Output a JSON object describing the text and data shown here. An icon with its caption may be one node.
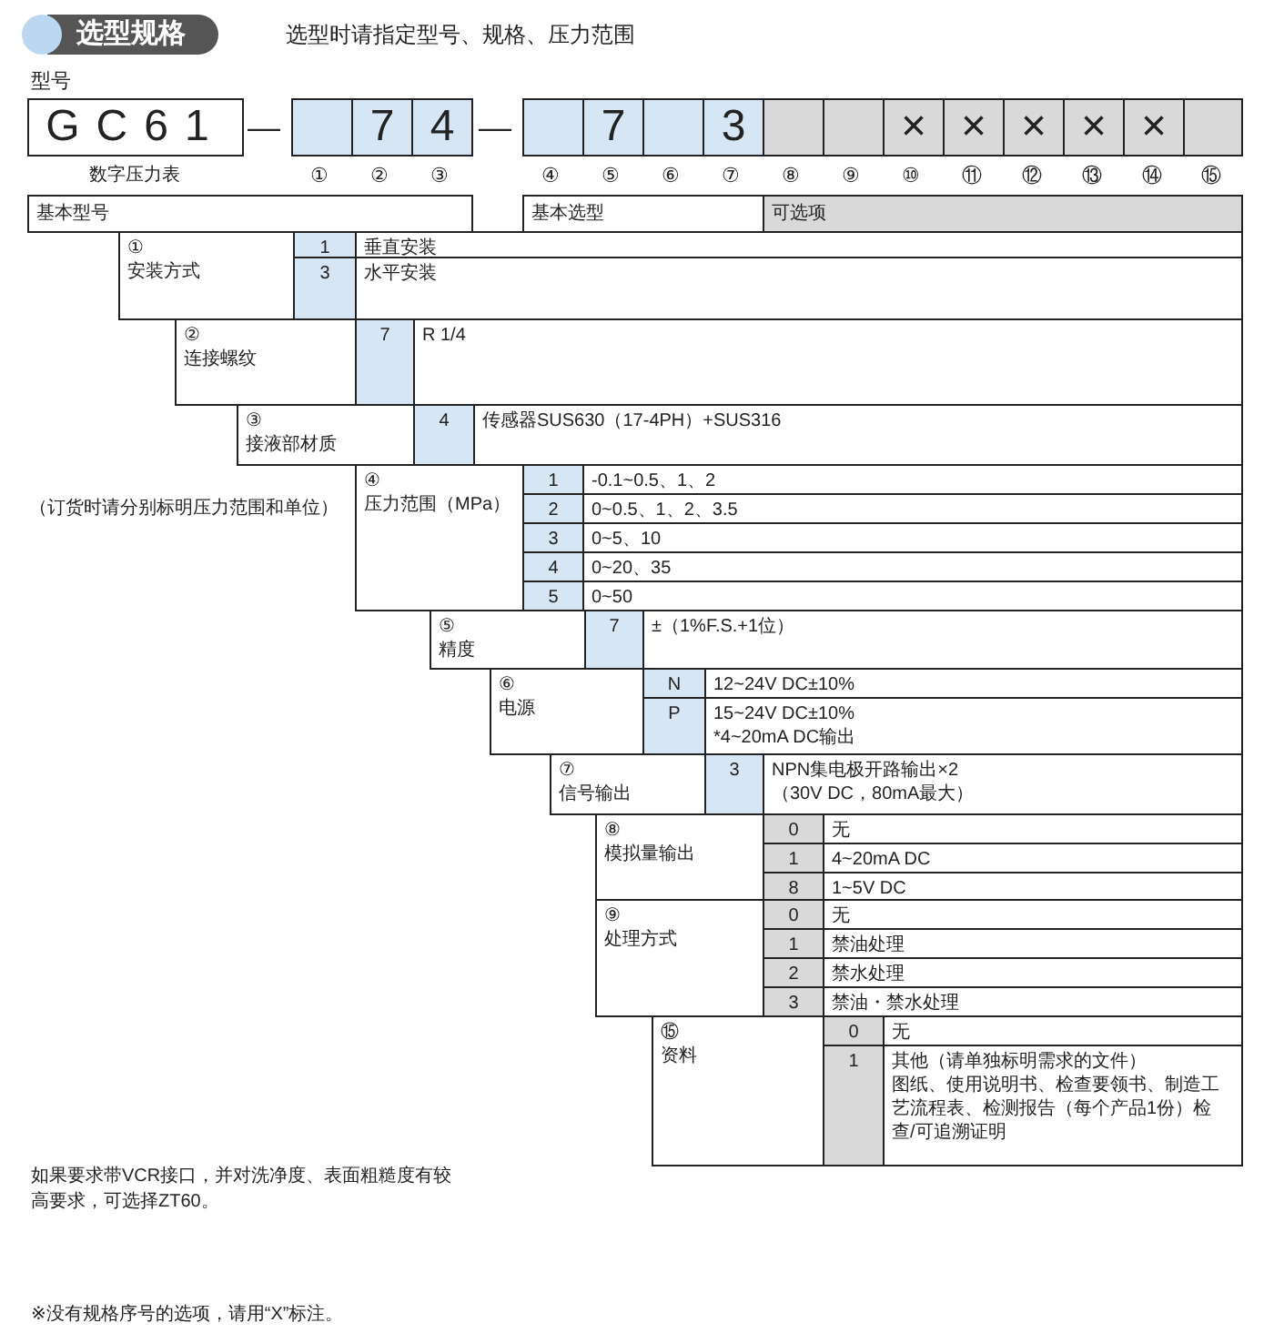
{
  "diagram": {
    "title": "选型规格",
    "nodes": [
      {
        "text": [
          "GC61"
        ],
        "beside": [
          "数字压力表"
        ]
      },
      {
        "text": [],
        "shape": "box"
      },
      {
        "text": [
          "7"
        ]
      },
      {
        "text": [
          "4"
        ]
      },
      {
        "text": [],
        "shape": "box"
      },
      {
        "text": [
          "7"
        ]
      },
      {
        "text": [],
        "shape": "box"
      },
      {
        "text": [
          "3"
        ]
      },
      {
        "text": [],
        "shape": "box"
      },
      {
        "text": [],
        "shape": "box"
      },
      {
        "text": [
          "×"
        ]
      },
      {
        "text": [
          "×"
        ]
      },
      {
        "text": [
          "×"
        ]
      },
      {
        "text": [
          "×"
        ]
      },
      {
        "text": [
          "×"
        ]
      },
      {
        "text": [],
        "shape": "box"
      },
      {
        "text": [
          "基本型号"
        ]
      },
      {
        "text": [
          "基本选型"
        ]
      },
      {
        "text": [
          "可选项"
        ]
      },
      {
        "text": [
          "①",
          "安装方式"
        ]
      },
      {
        "text": [
          "1"
        ]
      },
      {
        "text": [
          "垂直安装"
        ]
      },
      {
        "text": [
          "3"
        ]
      },
      {
        "text": [
          "水平安装"
        ]
      },
      {
        "text": [
          "②",
          "连接螺纹"
        ]
      },
      {
        "text": [
          "7"
        ]
      },
      {
        "text": [
          "R 1/4"
        ]
      },
      {
        "text": [
          "③",
          "接液部材质"
        ]
      },
      {
        "text": [
          "4"
        ]
      },
      {
        "text": [
          "传感器SUS630（17-4PH）+SUS316"
        ]
      },
      {
        "text": [
          "④",
          "压力范围（MPa）"
        ]
      },
      {
        "text": [
          "1"
        ]
      },
      {
        "text": [
          "-0.1~0.5、1、2"
        ]
      },
      {
        "text": [
          "2"
        ]
      },
      {
        "text": [
          "0~0.5、1、2、3.5"
        ]
      },
      {
        "text": [
          "3"
        ]
      },
      {
        "text": [
          "0~5、10"
        ]
      },
      {
        "text": [
          "4"
        ]
      },
      {
        "text": [
          "0~20、35"
        ]
      },
      {
        "text": [
          "5"
        ]
      },
      {
        "text": [
          "0~50"
        ]
      },
      {
        "text": [
          "⑤",
          "精度"
        ]
      },
      {
        "text": [
          "7"
        ]
      },
      {
        "text": [
          "±（1%F.S.+1位）"
        ]
      },
      {
        "text": [
          "⑥",
          "电源"
        ]
      },
      {
        "text": [
          "N"
        ]
      },
      {
        "text": [
          "12~24V DC±10%"
        ]
      },
      {
        "text": [
          "P"
        ]
      },
      {
        "text": [
          "15~24V DC±10%",
          "*4~20mA DC输出"
        ]
      },
      {
        "text": [
          "⑦",
          "信号输出"
        ]
      },
      {
        "text": [
          "3"
        ]
      },
      {
        "text": [
          "NPN集电极开路输出×2",
          "（30V DC，80mA最大）"
        ]
      },
      {
        "text": [
          "⑧",
          "模拟量输出"
        ]
      },
      {
        "text": [
          "0"
        ]
      },
      {
        "text": [
          "无"
        ]
      },
      {
        "text": [
          "1"
        ]
      },
      {
        "text": [
          "4~20mA DC"
        ]
      },
      {
        "text": [
          "8"
        ]
      },
      {
        "text": [
          "1~5V DC"
        ]
      },
      {
        "text": [
          "⑨",
          "处理方式"
        ]
      },
      {
        "text": [
          "0"
        ]
      },
      {
        "text": [
          "无"
        ]
      },
      {
        "text": [
          "1"
        ]
      },
      {
        "text": [
          "禁油处理"
        ]
      },
      {
        "text": [
          "2"
        ]
      },
      {
        "text": [
          "禁水处理"
        ]
      },
      {
        "text": [
          "3"
        ]
      },
      {
        "text": [
          "禁油・禁水处理"
        ]
      },
      {
        "text": [
          "⑮",
          "资料"
        ]
      },
      {
        "text": [
          "0"
        ]
      },
      {
        "text": [
          "无"
        ]
      },
      {
        "text": [
          "1"
        ]
      },
      {
        "text": [
          "其他（请单独标明需求的文件）",
          "图纸、使用说明书、检查要领书、制造工艺流程表、检测报告（每个产品1份）检查/可追溯证明"
        ]
      }
    ],
    "labels": [
      "选型时请指定型号、规格、压力范围",
      "型号",
      "—",
      "—",
      "①",
      "②",
      "③",
      "④",
      "⑤",
      "⑥",
      "⑦",
      "⑧",
      "⑨",
      "⑩",
      "⑪",
      "⑫",
      "⑬",
      "⑭",
      "⑮",
      "（订货时请分别标明压力范围和单位）",
      "如果要求带VCR接口，并对洗净度、表面粗糙度有较高要求，可选择ZT60。",
      "※没有规格序号的选项，请用“X”标注。"
    ]
  }
}
